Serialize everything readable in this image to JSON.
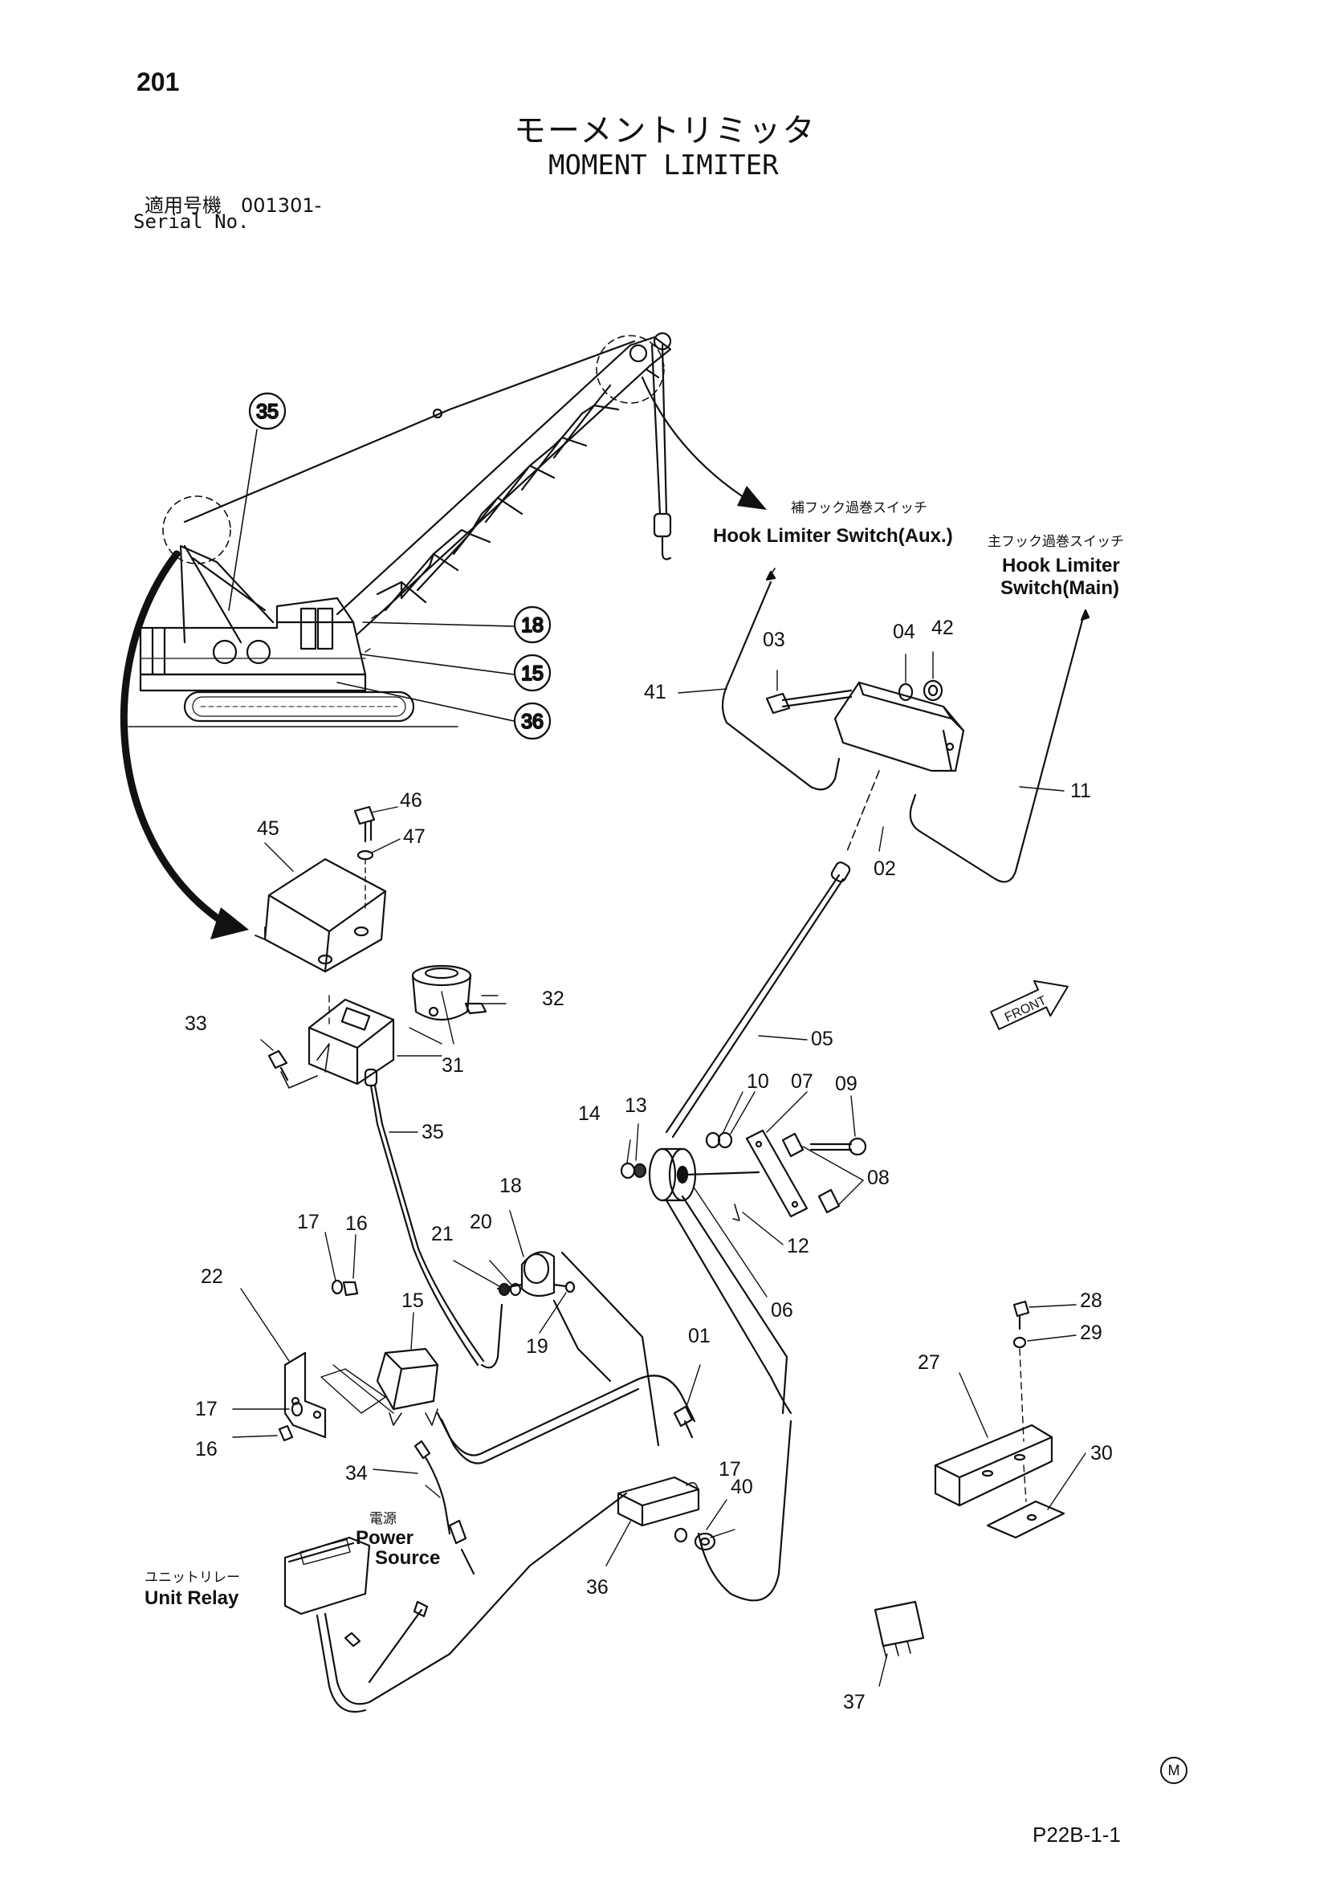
{
  "page": {
    "number": "201",
    "title_jp": "モーメントリミッタ",
    "title_en": "MOMENT LIMITER",
    "serial_jp": "適用号機　001301-",
    "serial_en": "Serial No.",
    "code": "P22B-1-1",
    "mark": "M"
  },
  "callouts": {
    "aux_jp": "補フック過巻スイッチ",
    "aux_en": "Hook Limiter Switch(Aux.)",
    "main_jp": "主フック過巻スイッチ",
    "main_en_1": "Hook Limiter",
    "main_en_2": "Switch(Main)",
    "power_jp": "電源",
    "power_en_1": "Power",
    "power_en_2": "Source",
    "relay_jp": "ユニットリレー",
    "relay_en": "Unit Relay",
    "front": "FRONT"
  },
  "circled_parts": [
    "35",
    "18",
    "15",
    "36"
  ],
  "part_labels": {
    "p01": "01",
    "p02": "02",
    "p03": "03",
    "p04": "04",
    "p05": "05",
    "p06": "06",
    "p07": "07",
    "p08": "08",
    "p09": "09",
    "p10": "10",
    "p11": "11",
    "p12": "12",
    "p13": "13",
    "p14": "14",
    "p15": "15",
    "p16a": "16",
    "p16b": "16",
    "p17a": "17",
    "p17b": "17",
    "p17c": "17",
    "p18": "18",
    "p19": "19",
    "p20": "20",
    "p21": "21",
    "p22": "22",
    "p27": "27",
    "p28": "28",
    "p29": "29",
    "p30": "30",
    "p31": "31",
    "p32": "32",
    "p33": "33",
    "p34": "34",
    "p35": "35",
    "p36": "36",
    "p37": "37",
    "p40": "40",
    "p41": "41",
    "p42": "42",
    "p45": "45",
    "p46": "46",
    "p47": "47"
  }
}
